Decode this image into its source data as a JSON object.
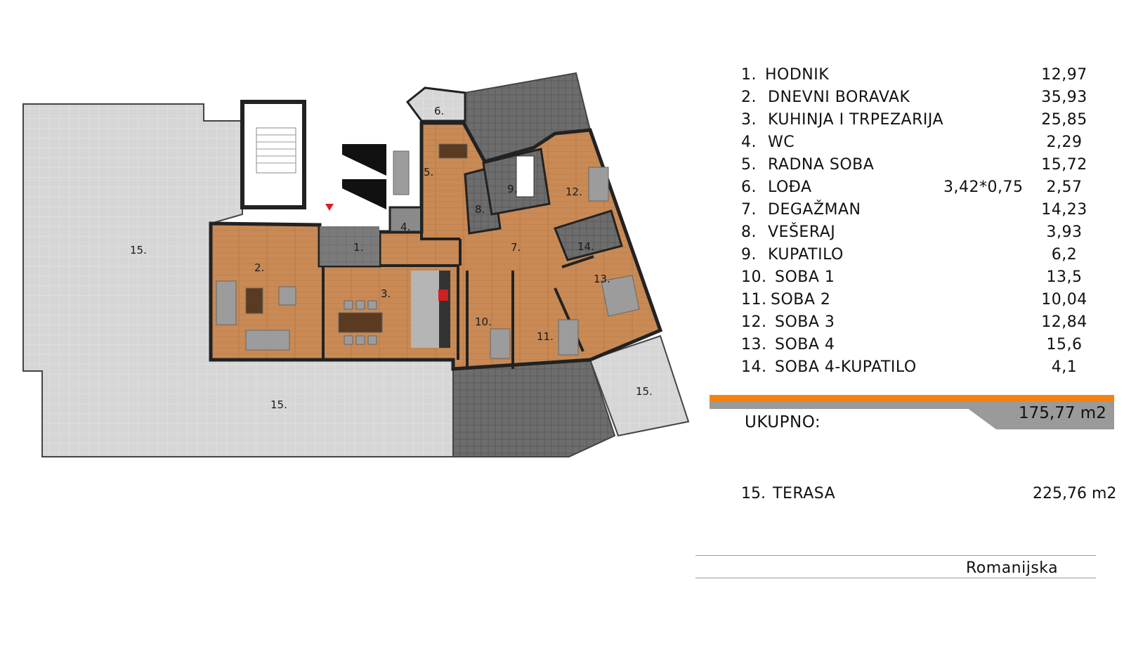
{
  "rooms": [
    {
      "num": "1.",
      "name": "HODNIK",
      "dim": "",
      "area": "12,97"
    },
    {
      "num": "2.",
      "name": "DNEVNI BORAVAK",
      "dim": "",
      "area": "35,93"
    },
    {
      "num": "3.",
      "name": "KUHINJA I TRPEZARIJA",
      "dim": "",
      "area": "25,85"
    },
    {
      "num": "4.",
      "name": "WC",
      "dim": "",
      "area": "2,29"
    },
    {
      "num": "5.",
      "name": "RADNA SOBA",
      "dim": "",
      "area": "15,72"
    },
    {
      "num": "6.",
      "name": "LOĐA",
      "dim": "3,42*0,75",
      "area": "2,57"
    },
    {
      "num": "7.",
      "name": "DEGAŽMAN",
      "dim": "",
      "area": "14,23"
    },
    {
      "num": "8.",
      "name": "VEŠERAJ",
      "dim": "",
      "area": "3,93"
    },
    {
      "num": "9.",
      "name": "KUPATILO",
      "dim": "",
      "area": "6,2"
    },
    {
      "num": "10.",
      "name": "SOBA 1",
      "dim": "",
      "area": "13,5"
    },
    {
      "num": "11.",
      "name": "SOBA 2",
      "dim": "",
      "area": "10,04"
    },
    {
      "num": "12.",
      "name": "SOBA 3",
      "dim": "",
      "area": "12,84"
    },
    {
      "num": "13.",
      "name": "SOBA 4",
      "dim": "",
      "area": "15,6"
    },
    {
      "num": "14.",
      "name": "SOBA 4-KUPATILO",
      "dim": "",
      "area": "4,1"
    }
  ],
  "total": {
    "label": "UKUPNO:",
    "value": "175,77 m2"
  },
  "terrace": {
    "num": "15.",
    "name": "TERASA",
    "value": "225,76 m2"
  },
  "street": "Romanijska",
  "plan_labels": [
    "1.",
    "2.",
    "3.",
    "4.",
    "5.",
    "6.",
    "7.",
    "8.",
    "9.",
    "10.",
    "11.",
    "12.",
    "13.",
    "14.",
    "15.",
    "15.",
    "15."
  ],
  "colors": {
    "wood": "#c98a55",
    "terrace": "#d6d6d6",
    "tile_dark": "#6d6d6d",
    "wall": "#222222",
    "accent": "#f5820f",
    "grey_bar": "#9a9a9a"
  }
}
